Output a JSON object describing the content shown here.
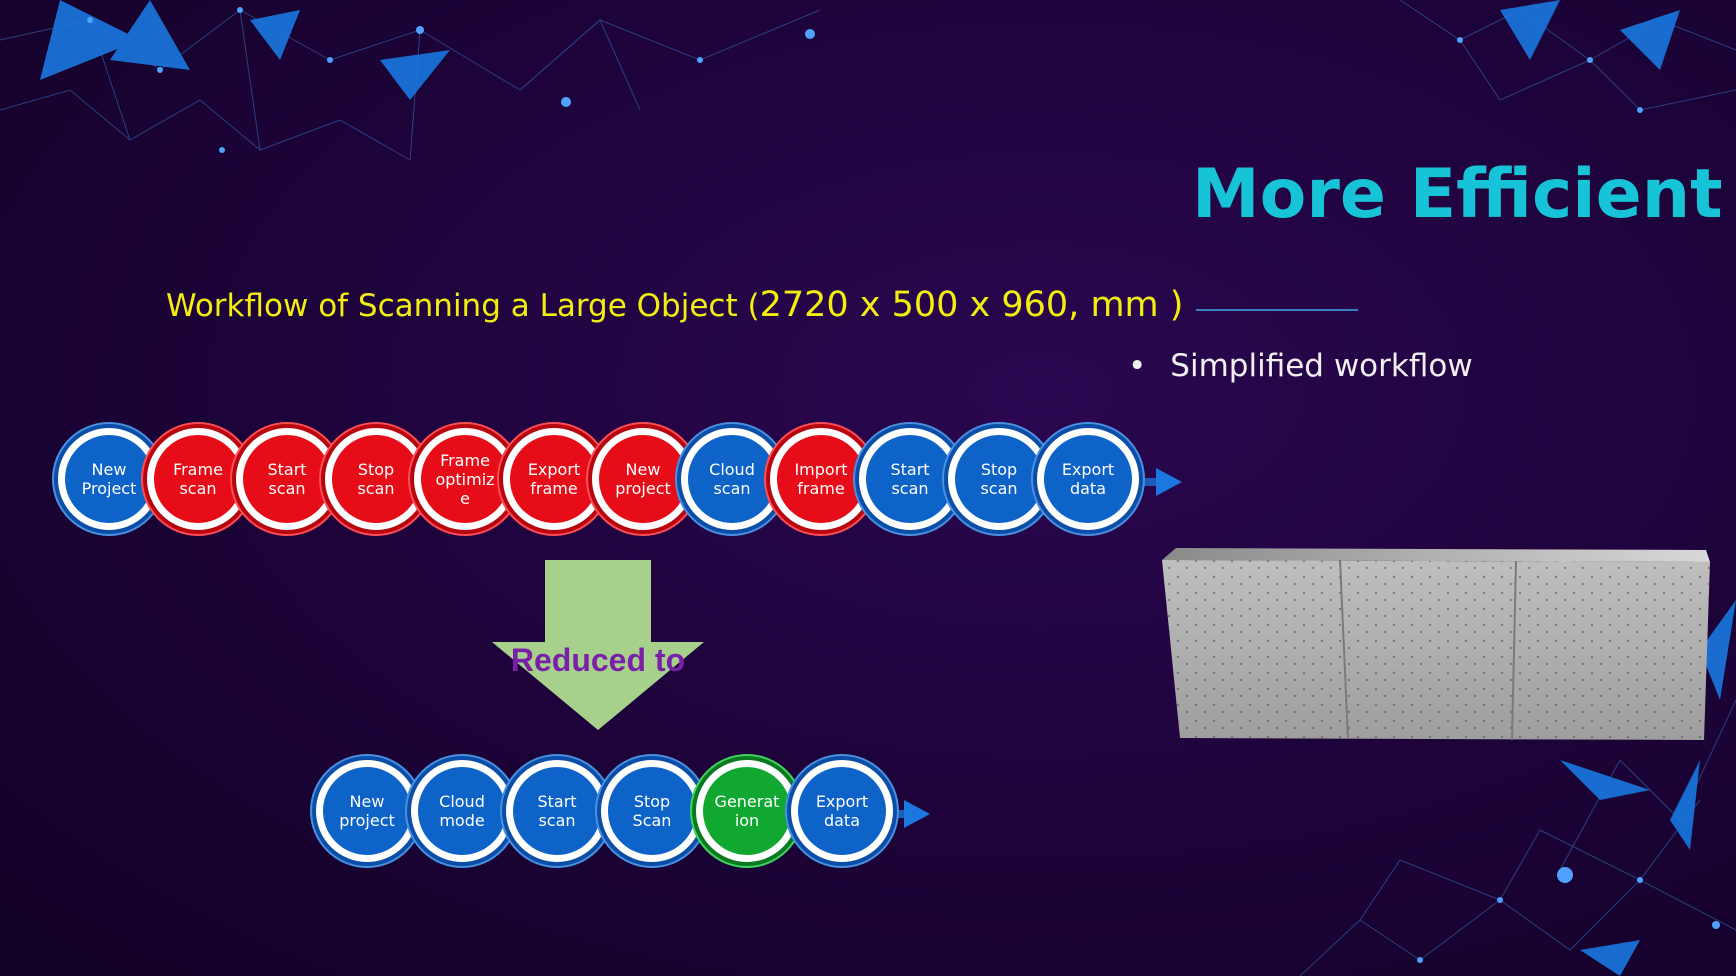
{
  "slide": {
    "title": "More Efficient",
    "subtitle_main": "Workflow of Scanning a Large Object (",
    "subtitle_dims": "2720 x 500 x 960, mm )",
    "bullet": "Simplified workflow",
    "reduce_label": "Reduced to"
  },
  "colors": {
    "accent": "#17c3d6",
    "subtitle": "#f2ee10",
    "blue_step": "#0e63c9",
    "red_step": "#e70d18",
    "green_step": "#10a830",
    "arrow_fill": "#a8d08d",
    "reduce_text": "#7a1fa8"
  },
  "workflow_before": [
    {
      "label": "New\nProject",
      "color": "blue"
    },
    {
      "label": "Frame\nscan",
      "color": "red"
    },
    {
      "label": "Start\nscan",
      "color": "red"
    },
    {
      "label": "Stop\nscan",
      "color": "red"
    },
    {
      "label": "Frame\noptimiz\ne",
      "color": "red"
    },
    {
      "label": "Export\nframe",
      "color": "red"
    },
    {
      "label": "New\nproject",
      "color": "red"
    },
    {
      "label": "Cloud\nscan",
      "color": "blue"
    },
    {
      "label": "Import\nframe",
      "color": "red"
    },
    {
      "label": "Start\nscan",
      "color": "blue"
    },
    {
      "label": "Stop\nscan",
      "color": "blue"
    },
    {
      "label": "Export\ndata",
      "color": "blue"
    }
  ],
  "workflow_after": [
    {
      "label": "New\nproject",
      "color": "blue"
    },
    {
      "label": "Cloud\nmode",
      "color": "blue"
    },
    {
      "label": "Start\nscan",
      "color": "blue"
    },
    {
      "label": "Stop\nScan",
      "color": "blue"
    },
    {
      "label": "Generat\nion",
      "color": "green"
    },
    {
      "label": "Export\ndata",
      "color": "blue"
    }
  ],
  "icons": {
    "reduce_arrow": "down-arrow-icon",
    "object_photo": "scanned-object-image"
  }
}
